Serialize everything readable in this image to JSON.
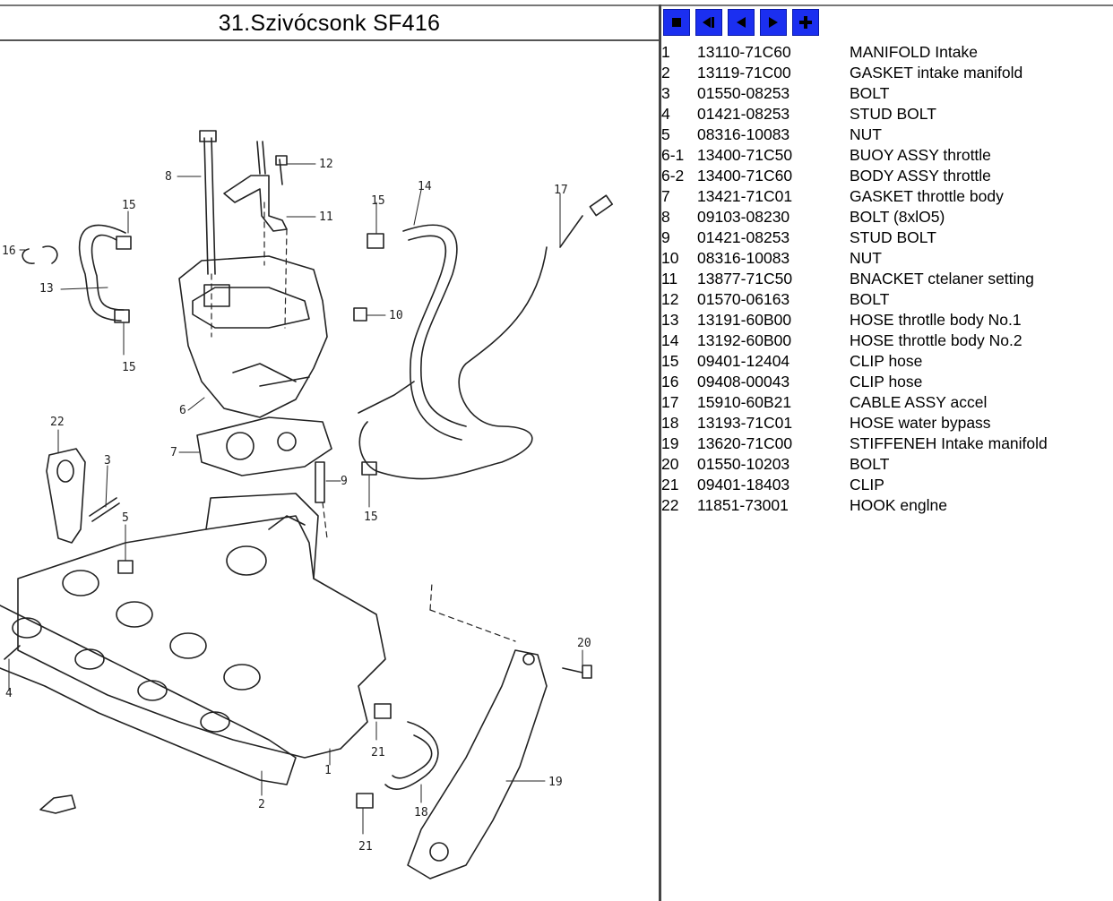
{
  "title": "31.Szivócsonk SF416",
  "nav": [
    {
      "icon": "stop-icon"
    },
    {
      "icon": "first-icon"
    },
    {
      "icon": "previous-icon"
    },
    {
      "icon": "next-icon"
    },
    {
      "icon": "plus-icon"
    }
  ],
  "parts": [
    {
      "num": "1",
      "part": "13110-71C60",
      "desc": "MANIFOLD Intake"
    },
    {
      "num": "2",
      "part": "13119-71C00",
      "desc": "GASKET intake manifold"
    },
    {
      "num": "3",
      "part": "01550-08253",
      "desc": "BOLT"
    },
    {
      "num": "4",
      "part": "01421-08253",
      "desc": "STUD BOLT"
    },
    {
      "num": "5",
      "part": "08316-10083",
      "desc": "NUT"
    },
    {
      "num": "6-1",
      "part": "13400-71C50",
      "desc": "BUOY ASSY throttle"
    },
    {
      "num": "6-2",
      "part": "13400-71C60",
      "desc": "BODY ASSY throttle"
    },
    {
      "num": "7",
      "part": "13421-71C01",
      "desc": "GASKET throttle body"
    },
    {
      "num": "8",
      "part": "09103-08230",
      "desc": "BOLT (8xlO5)"
    },
    {
      "num": "9",
      "part": "01421-08253",
      "desc": "STUD BOLT"
    },
    {
      "num": "10",
      "part": "08316-10083",
      "desc": "NUT"
    },
    {
      "num": "11",
      "part": "13877-71C50",
      "desc": "BNACKET ctelaner setting"
    },
    {
      "num": "12",
      "part": "01570-06163",
      "desc": "BOLT"
    },
    {
      "num": "13",
      "part": "13191-60B00",
      "desc": "HOSE throtlle body No.1"
    },
    {
      "num": "14",
      "part": "13192-60B00",
      "desc": "HOSE throttle body No.2"
    },
    {
      "num": "15",
      "part": "09401-12404",
      "desc": "CLIP hose"
    },
    {
      "num": "16",
      "part": "09408-00043",
      "desc": "CLIP hose"
    },
    {
      "num": "17",
      "part": "15910-60B21",
      "desc": "CABLE ASSY accel"
    },
    {
      "num": "18",
      "part": "13193-71C01",
      "desc": "HOSE water bypass"
    },
    {
      "num": "19",
      "part": "13620-71C00",
      "desc": "STIFFENEH Intake manifold"
    },
    {
      "num": "20",
      "part": "01550-10203",
      "desc": "BOLT"
    },
    {
      "num": "21",
      "part": "09401-18403",
      "desc": "CLIP"
    },
    {
      "num": "22",
      "part": "11851-73001",
      "desc": "HOOK englne"
    }
  ],
  "callouts": [
    "1",
    "2",
    "3",
    "4",
    "5",
    "6",
    "7",
    "8",
    "9",
    "10",
    "11",
    "12",
    "13",
    "14",
    "15",
    "15",
    "15",
    "15",
    "16",
    "17",
    "18",
    "19",
    "20",
    "21",
    "21",
    "22"
  ]
}
